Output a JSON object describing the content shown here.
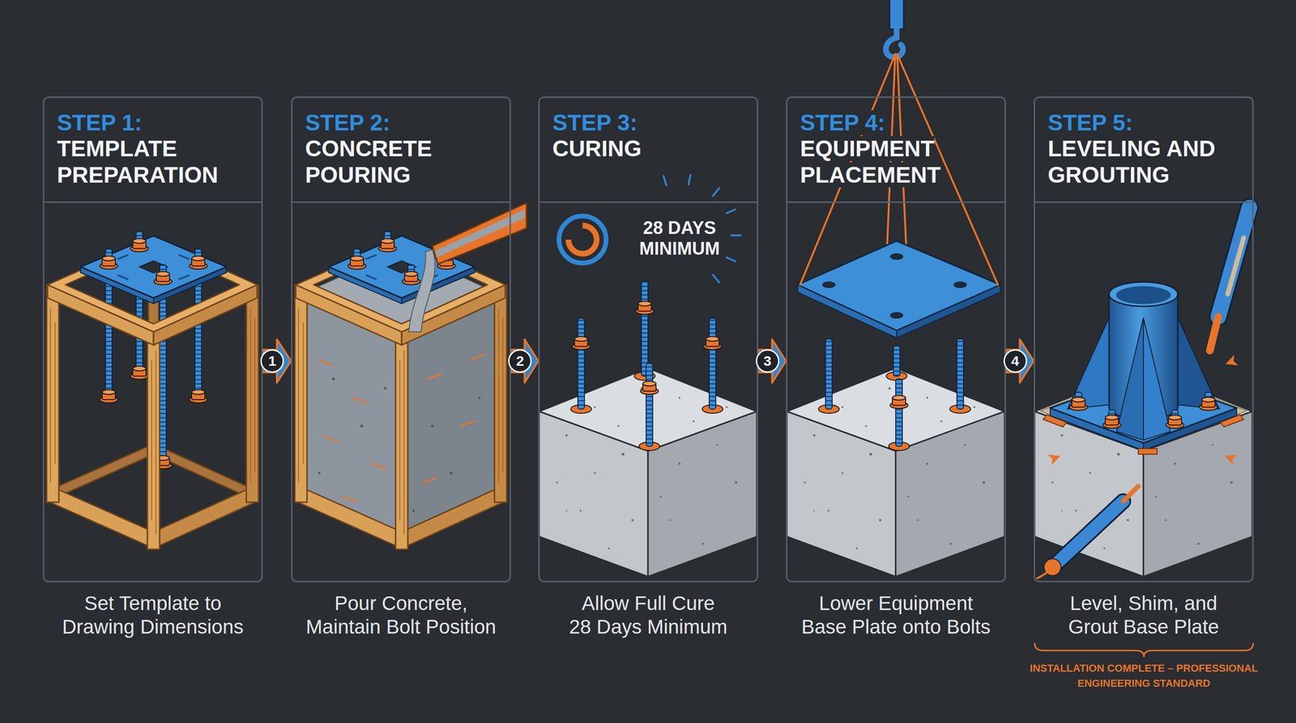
{
  "diagram": {
    "nodes": [
      {
        "text": [
          "STEP 1:",
          "TEMPLATE PREPARATION",
          "Set Template to Drawing Dimensions"
        ]
      },
      {
        "text": [
          "STEP 2:",
          "CONCRETE POURING",
          "Pour Concrete, Maintain Bolt Position"
        ]
      },
      {
        "text": [
          "STEP 3:",
          "CURING",
          "Allow Full Cure 28 Days Minimum"
        ]
      },
      {
        "text": [
          "STEP 4:",
          "EQUIPMENT PLACEMENT",
          "Lower Equipment Base Plate onto Bolts"
        ]
      },
      {
        "text": [
          "STEP 5:",
          "LEVELING AND GROUTING",
          "Level, Shim, and Grout Base Plate"
        ]
      }
    ],
    "edges": [
      {
        "from": 0,
        "to": 1,
        "arrow": "to",
        "label": "1"
      },
      {
        "from": 1,
        "to": 2,
        "arrow": "to",
        "label": "2"
      },
      {
        "from": 2,
        "to": 3,
        "arrow": "to",
        "label": "3"
      },
      {
        "from": 3,
        "to": 4,
        "arrow": "to",
        "label": "4"
      }
    ],
    "labels": [
      "28 DAYS MINIMUM",
      "INSTALLATION COMPLETE – PROFESSIONAL ENGINEERING STANDARD"
    ]
  }
}
